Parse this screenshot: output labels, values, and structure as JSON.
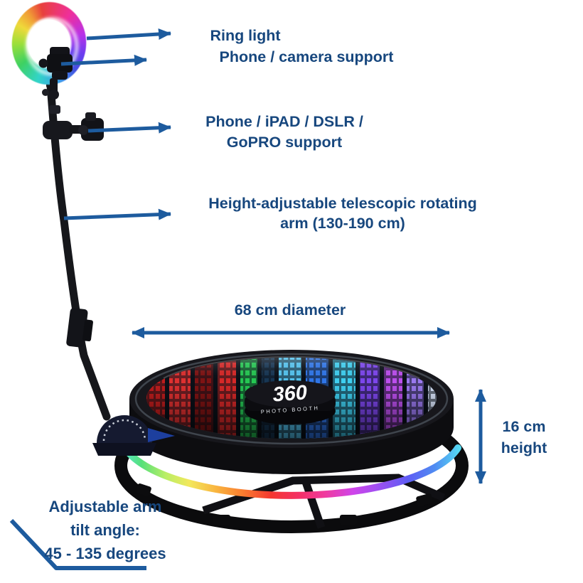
{
  "colors": {
    "label_text": "#17477e",
    "annotation_blue": "#1d5b9e",
    "background": "#ffffff"
  },
  "annotations": {
    "ring_light": "Ring light",
    "phone_camera_support": "Phone / camera support",
    "device_support": {
      "line1": "Phone / iPAD / DSLR /",
      "line2": "GoPRO support"
    },
    "telescopic_arm": {
      "line1": "Height-adjustable telescopic rotating",
      "line2": "arm (130-190 cm)"
    },
    "diameter": "68 cm diameter",
    "height": {
      "line1": "16 cm",
      "line2": "height"
    },
    "tilt_angle": {
      "line1": "Adjustable arm",
      "line2": "tilt angle:",
      "line3": "45 - 135 degrees"
    }
  },
  "product": {
    "logo_title": "360",
    "logo_subtitle": "PHOTO BOOTH"
  }
}
